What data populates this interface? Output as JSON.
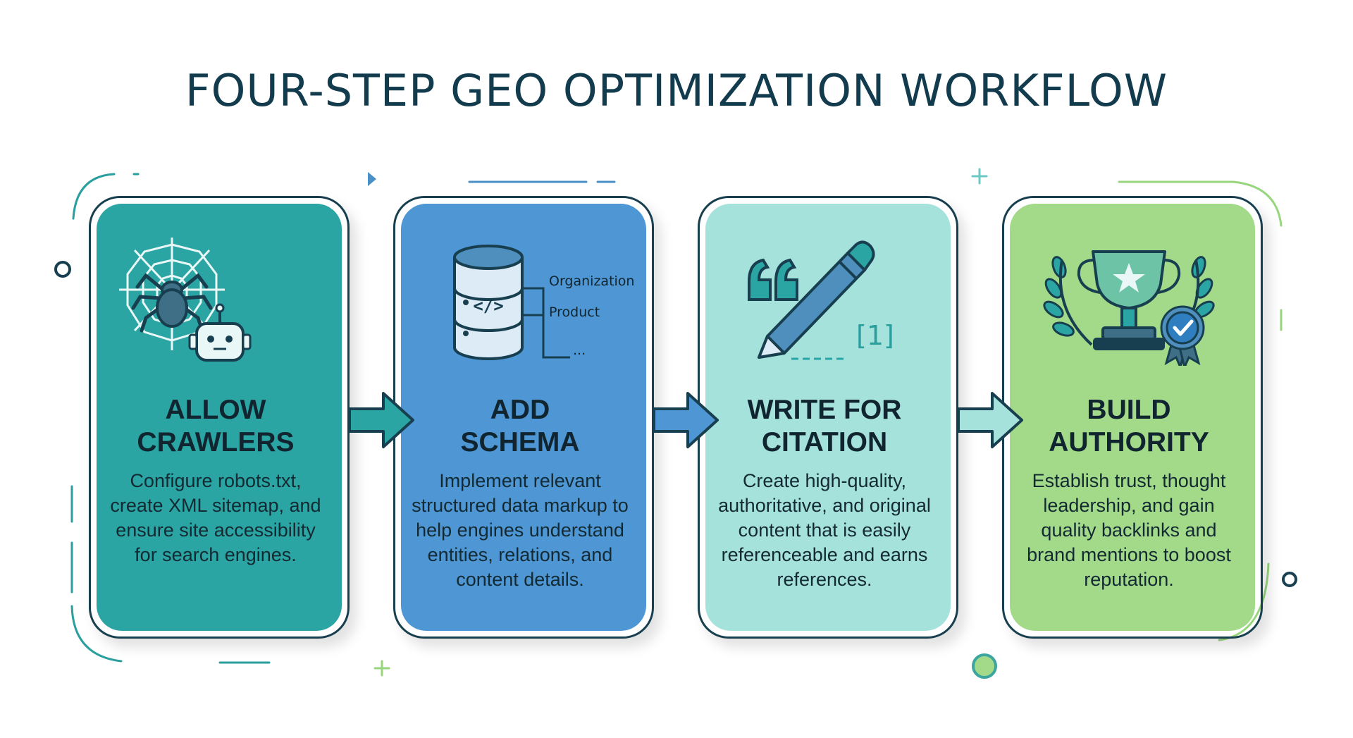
{
  "title": "FOUR-STEP GEO OPTIMIZATION WORKFLOW",
  "colors": {
    "title": "#123c4e",
    "outline": "#183f4f",
    "step1": "#2aa5a3",
    "step2": "#4e97d4",
    "step3": "#a6e2dc",
    "step4": "#a3da8a"
  },
  "steps": [
    {
      "heading": "ALLOW\nCRAWLERS",
      "description": "Configure robots.txt, create XML sitemap, and ensure site accessibility for search engines.",
      "icon": "spider-web-robot-icon"
    },
    {
      "heading": "ADD\nSCHEMA",
      "description": "Implement relevant structured data markup to help engines understand entities, relations, and content details.",
      "icon": "database-code-icon",
      "icon_labels": [
        "Organization",
        "Product",
        "..."
      ]
    },
    {
      "heading": "WRITE FOR\nCITATION",
      "description": "Create high-quality, authoritative, and original content that is easily referenceable and earns references.",
      "icon": "quote-pen-icon",
      "icon_labels": [
        "[1]"
      ]
    },
    {
      "heading": "BUILD\nAUTHORITY",
      "description": "Establish trust, thought leadership, and gain quality backlinks and brand mentions to boost reputation.",
      "icon": "trophy-laurel-badge-icon"
    }
  ]
}
